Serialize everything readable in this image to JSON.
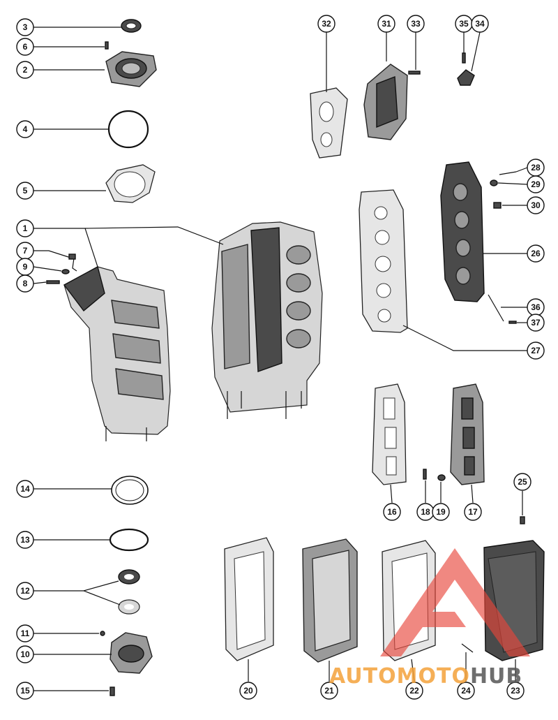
{
  "callouts": [
    "1",
    "2",
    "3",
    "4",
    "5",
    "6",
    "7",
    "8",
    "9",
    "10",
    "11",
    "12",
    "13",
    "14",
    "15",
    "16",
    "17",
    "18",
    "19",
    "20",
    "21",
    "22",
    "23",
    "24",
    "25",
    "26",
    "27",
    "28",
    "29",
    "30",
    "31",
    "32",
    "33",
    "34",
    "35",
    "36",
    "37"
  ],
  "watermark": {
    "brand_part1": "AUTOMOTO",
    "brand_part2": "HUB",
    "color_primary": "#f4a23a",
    "color_secondary": "#555555",
    "logo_color": "#e8463a"
  }
}
